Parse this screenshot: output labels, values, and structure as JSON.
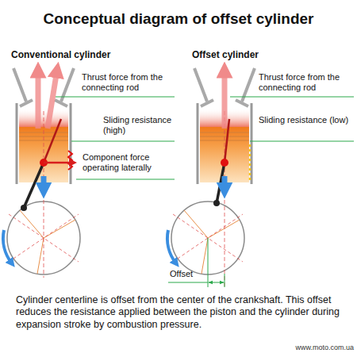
{
  "diagram": {
    "title": "Conceptual diagram of offset cylinder",
    "caption": "Cylinder centerline is offset from the center of the crankshaft. This offset reduces the resistance applied between the piston and the cylinder during expansion stroke by combustion pressure.",
    "labels": [
      "Conventional cylinder",
      "Thrust force from the connecting rod",
      "Sliding resistance (high)",
      "Component force operating laterally",
      "Offset cylinder",
      "Thrust force from the connecting rod",
      "Sliding resistance (low)",
      "Offset",
      "www.moto.com.ua"
    ]
  }
}
